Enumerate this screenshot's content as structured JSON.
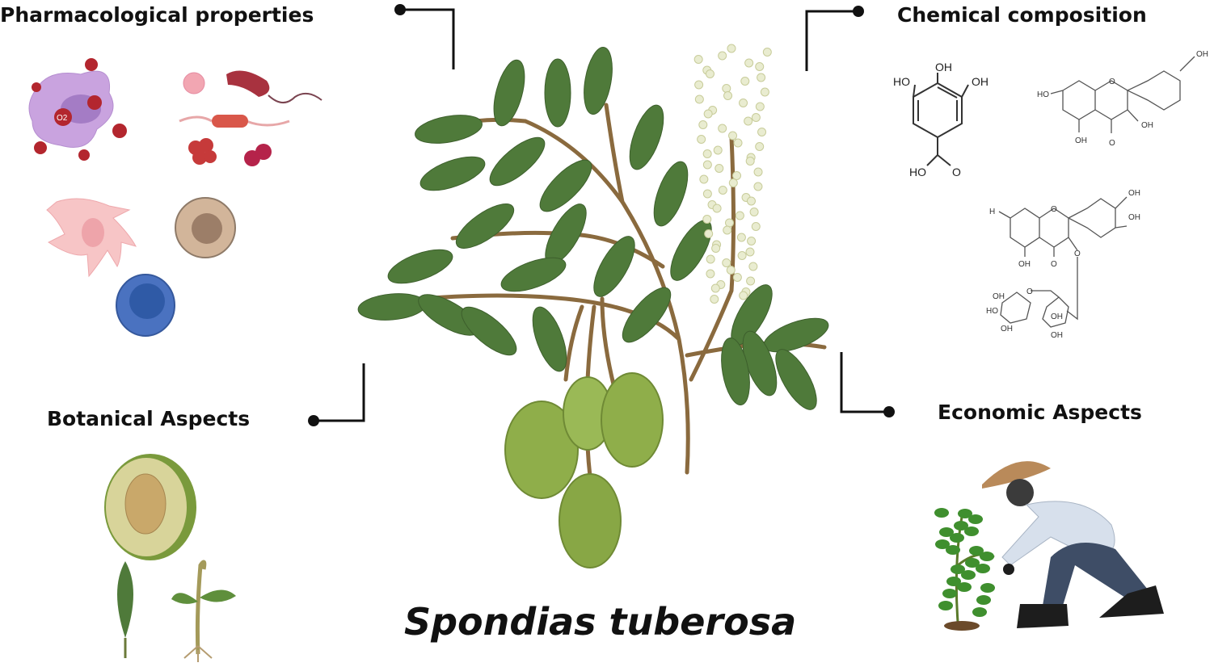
{
  "sections": {
    "pharmacological": {
      "title": "Pharmacological properties"
    },
    "chemical": {
      "title": "Chemical composition"
    },
    "botanical": {
      "title": "Botanical Aspects"
    },
    "economic": {
      "title": "Economic Aspects"
    }
  },
  "species_name": "Spondias tuberosa",
  "chemical_labels": {
    "gallic_acid": [
      "OH",
      "HO",
      "OH",
      "HO",
      "O"
    ],
    "kaempferol": [
      "OH",
      "HO",
      "O",
      "OH",
      "OH",
      "O"
    ],
    "rutin": [
      "OH",
      "OH",
      "H",
      "O",
      "O",
      "OH",
      "O",
      "O",
      "OH",
      "HO",
      "OH",
      "OH",
      "OH",
      "OH"
    ]
  },
  "ros_label": "O2",
  "colors": {
    "leaf": "#4f7a3a",
    "fruit": "#8fae4a",
    "stem": "#8a6a3e",
    "flower": "#e9ecd0",
    "connector": "#111111"
  }
}
